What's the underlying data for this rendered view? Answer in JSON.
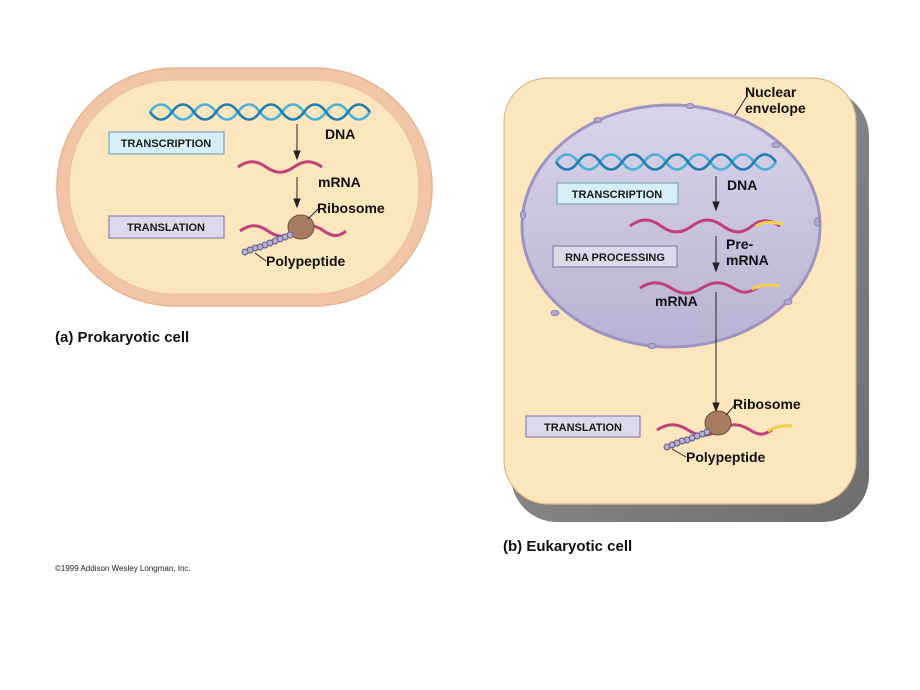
{
  "prokaryote": {
    "step_transcription": "TRANSCRIPTION",
    "step_translation": "TRANSLATION",
    "label_dna": "DNA",
    "label_mrna": "mRNA",
    "label_ribosome": "Ribosome",
    "label_polypeptide": "Polypeptide",
    "caption": "(a) Prokaryotic cell"
  },
  "eukaryote": {
    "label_nuclear_envelope_1": "Nuclear",
    "label_nuclear_envelope_2": "envelope",
    "step_transcription": "TRANSCRIPTION",
    "step_rna_processing": "RNA PROCESSING",
    "step_translation": "TRANSLATION",
    "label_dna": "DNA",
    "label_pre_mrna_1": "Pre-",
    "label_pre_mrna_2": "mRNA",
    "label_mrna": "mRNA",
    "label_ribosome": "Ribosome",
    "label_polypeptide": "Polypeptide",
    "caption": "(b) Eukaryotic cell"
  },
  "copyright": "©1999 Addison Wesley Longman, Inc.",
  "colors": {
    "cell_wall": "#f2c5a6",
    "cytoplasm": "#fbe6bd",
    "nucleus": "#c9c3de",
    "dna": "#4ab0d6",
    "mrna": "#c2407a",
    "cap_tail": "#f2d24a",
    "ribosome": "#a77c62",
    "polypeptide": "#b6b0d2",
    "step_box_blue": "#d6eef7",
    "step_box_purple": "#ddd8ea"
  }
}
